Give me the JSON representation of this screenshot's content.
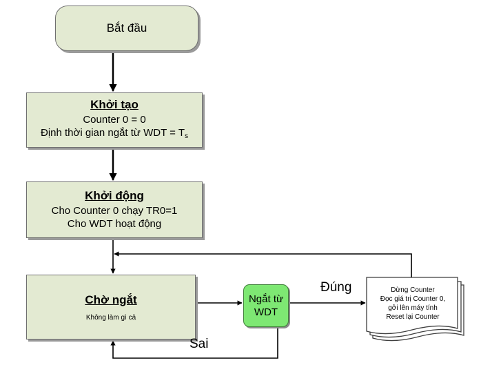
{
  "nodes": {
    "start": {
      "label": "Bắt đầu"
    },
    "init": {
      "title": "Khởi tạo",
      "line1": "Counter 0 = 0",
      "line2_prefix": "Định thời gian ngắt từ WDT = T",
      "line2_subscript": "s"
    },
    "launch": {
      "title": "Khởi động",
      "line1": "Cho Counter 0 chạy TR0=1",
      "line2": "Cho WDT hoạt động"
    },
    "wait": {
      "title": "Chờ ngắt",
      "line1": "Không làm gì cả"
    },
    "decision": {
      "line1": "Ngắt từ",
      "line2": "WDT"
    },
    "process": {
      "line1": "Dừng Counter",
      "line2": "Đọc giá trị Counter 0,",
      "line3": "gởi lên máy tính",
      "line4": "Reset lại Counter"
    }
  },
  "edges": {
    "yes_label": "Đúng",
    "no_label": "Sai"
  },
  "colors": {
    "process_fill": "#e3ead2",
    "decision_fill": "#7ee873",
    "document_fill": "#ffffff",
    "line": "#000000"
  }
}
